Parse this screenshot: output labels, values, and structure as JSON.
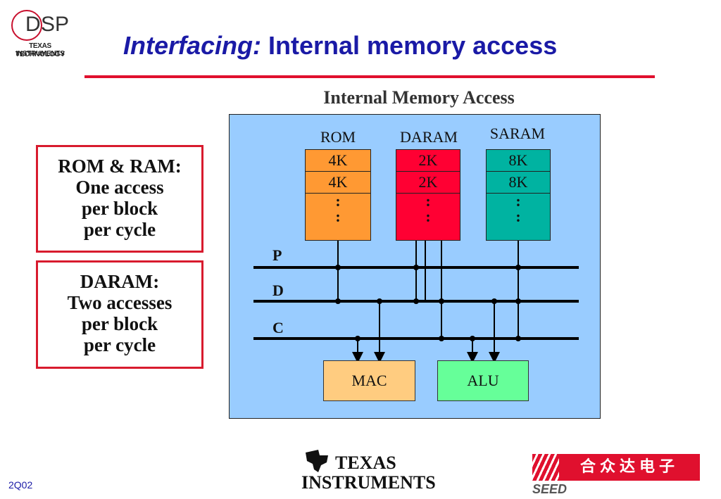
{
  "logo": {
    "dsp_d": "D",
    "dsp_sp": "SP",
    "line1": "TEXAS INSTRUMENTS",
    "line2": "TECHNOLOGY"
  },
  "header": {
    "title_italic": "Interfacing:",
    "title_rest": " Internal memory access"
  },
  "diagram": {
    "title": "Internal Memory Access",
    "memories": [
      {
        "label": "ROM",
        "cells": [
          "4K",
          "4K"
        ],
        "color": "#ff9933"
      },
      {
        "label": "DARAM",
        "cells": [
          "2K",
          "2K"
        ],
        "color": "#ff0033"
      },
      {
        "label": "SARAM",
        "cells": [
          "8K",
          "8K"
        ],
        "color": "#00b3a1"
      }
    ],
    "dots": ":",
    "buses": [
      "P",
      "D",
      "C"
    ],
    "units": [
      {
        "label": "MAC",
        "color": "#ffcc80"
      },
      {
        "label": "ALU",
        "color": "#66ff99"
      }
    ],
    "panel_color": "#99ccff"
  },
  "notes": [
    {
      "lines": [
        "ROM & RAM:",
        "One access",
        "per block",
        "per cycle"
      ]
    },
    {
      "lines": [
        "DARAM:",
        "Two accesses",
        "per block",
        "per cycle"
      ]
    }
  ],
  "footer": {
    "slide_id": "2Q02",
    "ti_line1": "TEXAS",
    "ti_line2": "INSTRUMENTS",
    "seed_chinese": "合众达电子",
    "seed_latin": "SEED"
  }
}
